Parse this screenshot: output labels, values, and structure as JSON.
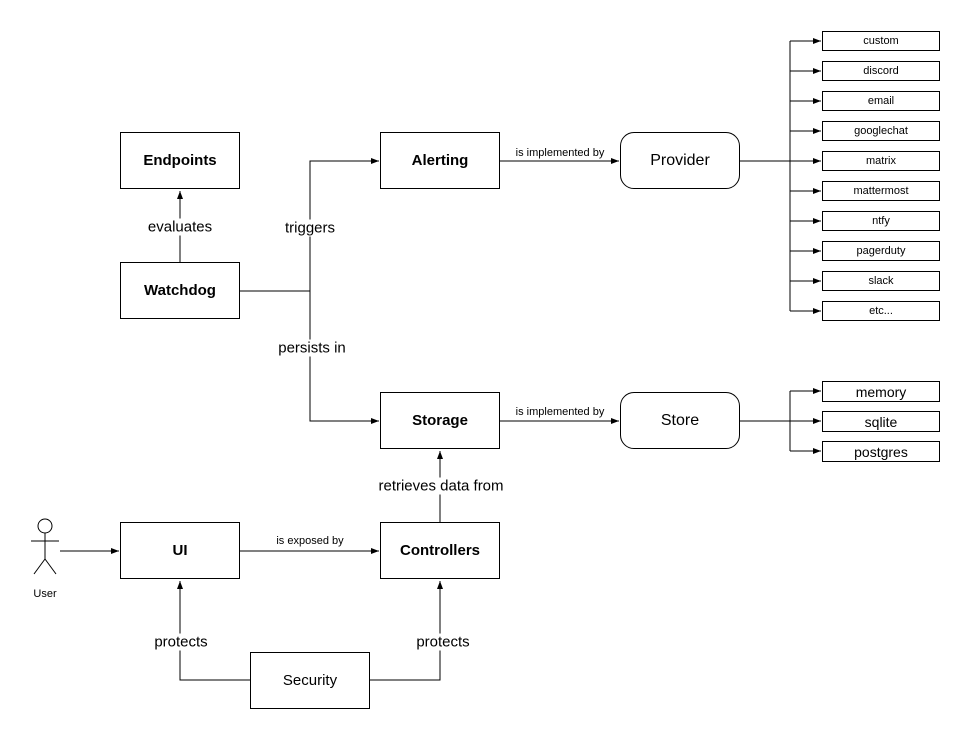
{
  "diagram": {
    "nodes": {
      "endpoints": "Endpoints",
      "watchdog": "Watchdog",
      "alerting": "Alerting",
      "provider": "Provider",
      "storage": "Storage",
      "store": "Store",
      "ui": "UI",
      "controllers": "Controllers",
      "security": "Security"
    },
    "edge_labels": {
      "evaluates": "evaluates",
      "triggers": "triggers",
      "persists_in": "persists in",
      "alerting_implemented_by": "is implemented by",
      "storage_implemented_by": "is implemented by",
      "retrieves_data_from": "retrieves data from",
      "is_exposed_by": "is exposed by",
      "protects_ui": "protects",
      "protects_controllers": "protects"
    },
    "actor": {
      "label": "User"
    },
    "providers": [
      "custom",
      "discord",
      "email",
      "googlechat",
      "matrix",
      "mattermost",
      "ntfy",
      "pagerduty",
      "slack",
      "etc..."
    ],
    "stores": [
      "memory",
      "sqlite",
      "postgres"
    ],
    "colors": {
      "stroke": "#000000",
      "fill": "#ffffff"
    }
  }
}
